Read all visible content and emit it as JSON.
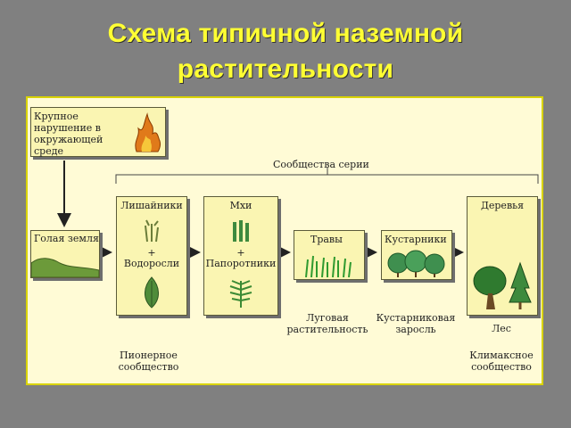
{
  "title_line1": "Схема типичной наземной",
  "title_line2": "растительности",
  "diagram": {
    "disturbance": "Крупное нарушение в окружающей среде",
    "series_label": "Сообщества серии",
    "bare_ground": "Голая земля",
    "lichens_header": "Лишайники",
    "plus": "+",
    "algae": "Водоросли",
    "mosses_header": "Мхи",
    "ferns": "Папоротники",
    "grasses_header": "Травы",
    "shrubs_header": "Кустарники",
    "trees_header": "Деревья",
    "meadow": "Луговая растительность",
    "thicket": "Кустарниковая заросль",
    "forest": "Лес",
    "pioneer": "Пионерное сообщество",
    "climax": "Климаксное сообщество"
  }
}
